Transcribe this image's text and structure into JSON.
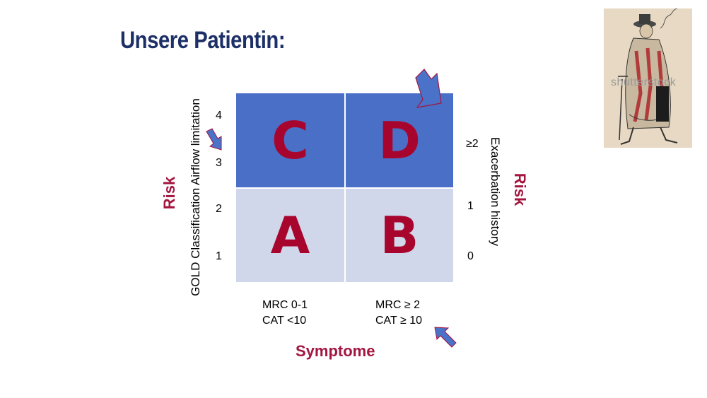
{
  "slide": {
    "title": "Unsere Patientin:"
  },
  "grid": {
    "cells": {
      "c": "C",
      "d": "D",
      "a": "A",
      "b": "B"
    },
    "colors": {
      "high_risk": "#4a6fc6",
      "low_risk": "#d1d7ea",
      "letter": "#a8052e"
    }
  },
  "left_axis": {
    "label": "GOLD Classification Airflow limitation",
    "risk": "Risk",
    "ticks": [
      "4",
      "3",
      "2",
      "1"
    ]
  },
  "right_axis": {
    "label": "Exacerbation history",
    "risk": "Risk",
    "ticks": [
      "≥2",
      "1",
      "0"
    ]
  },
  "bottom": {
    "col1_line1": "MRC 0-1",
    "col1_line2": "CAT <10",
    "col2_line1": "MRC ≥ 2",
    "col2_line2": "CAT ≥ 10",
    "label": "Symptome"
  },
  "image": {
    "watermark": "shutterstock",
    "description_icon": "sketch-figure-icon"
  },
  "accent_colors": {
    "title": "#1c2f66",
    "risk_label": "#a31640",
    "arrow_fill": "#4a72c9",
    "arrow_stroke": "#a31640"
  }
}
